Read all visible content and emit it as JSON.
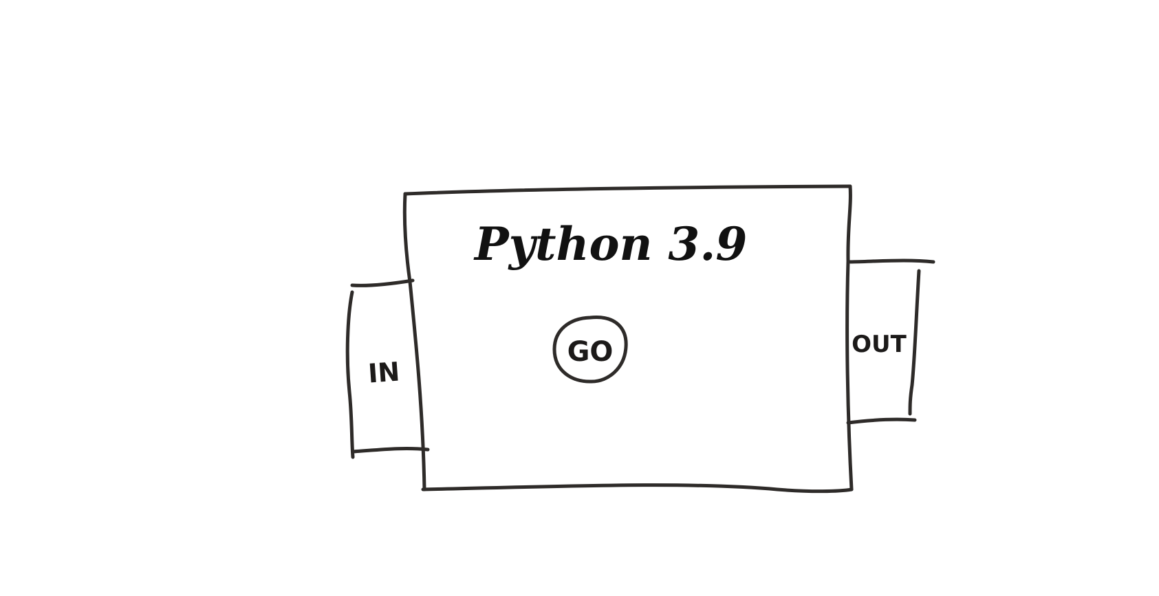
{
  "diagram": {
    "title": "Python 3.9",
    "input_label": "IN",
    "output_label": "OUT",
    "go_label": "GO"
  },
  "colors": {
    "background": "#ffffff",
    "stroke": "#2e2b29",
    "text": "#111111"
  }
}
